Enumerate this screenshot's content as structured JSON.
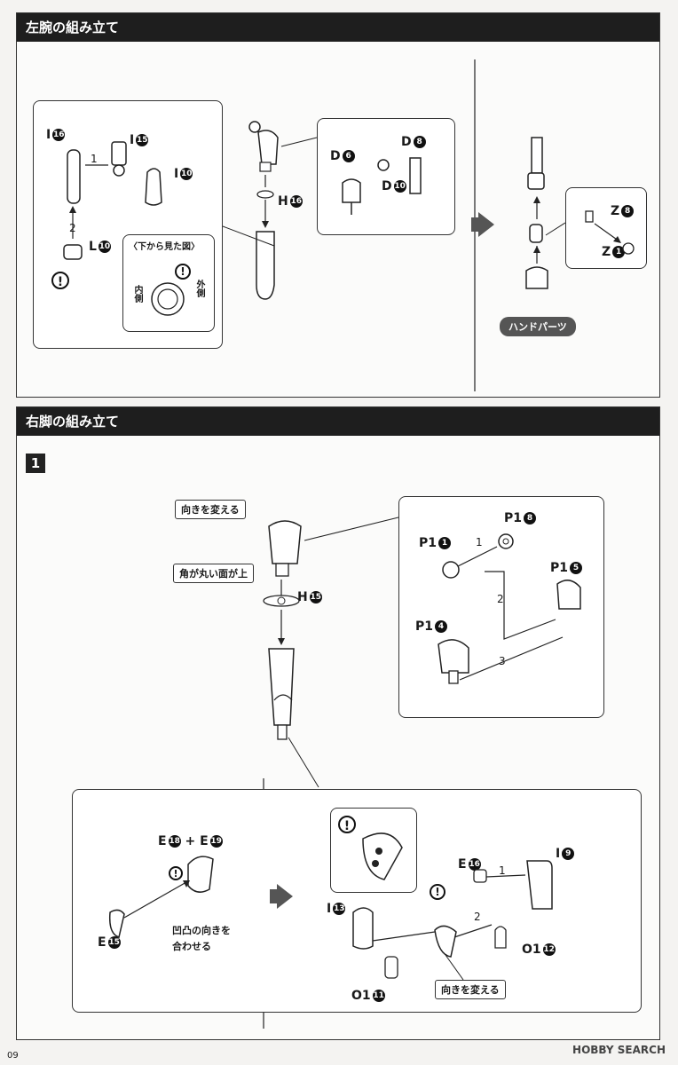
{
  "section1": {
    "title": "左腕の組み立て",
    "left_box": {
      "parts": {
        "i16": "I",
        "i16n": "16",
        "i15": "I",
        "i15n": "15",
        "i10": "I",
        "i10n": "10",
        "l10": "L",
        "l10n": "10"
      },
      "steps": [
        "1",
        "2"
      ],
      "inset": {
        "title": "〈下から見た図〉",
        "inner": "内側",
        "outer": "外側"
      }
    },
    "middle": {
      "h16": "H",
      "h16n": "16"
    },
    "detail_box": {
      "d6": "D",
      "d6n": "6",
      "d8": "D",
      "d8n": "8",
      "d10": "D",
      "d10n": "10"
    },
    "right": {
      "z8": "Z",
      "z8n": "8",
      "z1": "Z",
      "z1n": "1",
      "hand": "ハンドパーツ"
    }
  },
  "section2": {
    "title": "右脚の組み立て",
    "step": "1",
    "callouts": {
      "turn1": "向きを変える",
      "round": "角が丸い面が上",
      "turn2": "向きを変える",
      "match1": "凹凸の向きを",
      "match2": "合わせる"
    },
    "h15": "H",
    "h15n": "15",
    "detail_box": {
      "p1_8": "P1",
      "p1_8n": "8",
      "p1_1": "P1",
      "p1_1n": "1",
      "p1_5": "P1",
      "p1_5n": "5",
      "p1_4": "P1",
      "p1_4n": "4",
      "steps": [
        "1",
        "2",
        "3"
      ]
    },
    "bottom_left": {
      "e18": "E",
      "e18n": "18",
      "plus": "+",
      "e19": "E",
      "e19n": "19",
      "e15": "E",
      "e15n": "15"
    },
    "bottom_right": {
      "e16": "E",
      "e16n": "16",
      "i9": "I",
      "i9n": "9",
      "i13": "I",
      "i13n": "13",
      "o1_12": "O1",
      "o1_12n": "12",
      "o1_11": "O1",
      "o1_11n": "11",
      "steps": [
        "1",
        "2"
      ]
    }
  },
  "footer": {
    "page": "09",
    "brand": "HOBBY SEARCH"
  },
  "caution_mark": "!"
}
